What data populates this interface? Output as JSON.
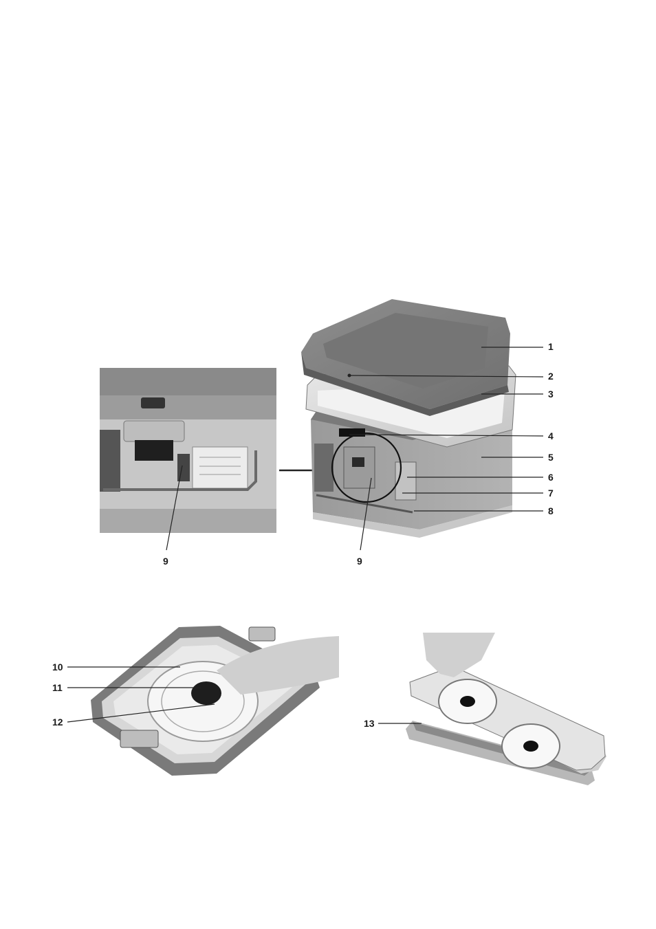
{
  "callouts": {
    "c1": "1",
    "c2": "2",
    "c3": "3",
    "c4": "4",
    "c5": "5",
    "c6": "6",
    "c7": "7",
    "c8": "8",
    "c9_detail": "9",
    "c9_main": "9",
    "c10": "10",
    "c11": "11",
    "c12": "12",
    "c13": "13"
  },
  "colors": {
    "lid": "#7d7d7d",
    "lid_top": "#8c8c8c",
    "body": "#a5a5a5",
    "light": "#d9d9d9",
    "dark": "#2a2a2a"
  }
}
